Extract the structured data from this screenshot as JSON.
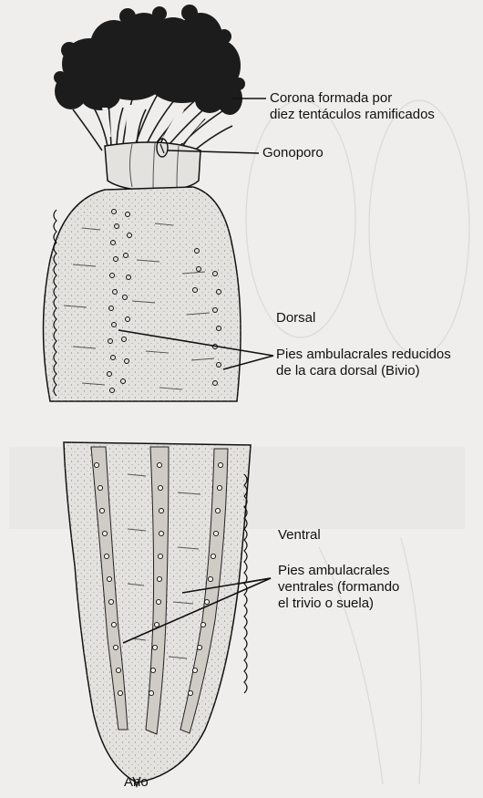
{
  "figure": {
    "labels": {
      "corona": {
        "line1": "Corona formada por",
        "line2": "diez tentáculos ramificados"
      },
      "gonoporo": "Gonoporo",
      "dorsal": "Dorsal",
      "pies_dorsales": {
        "line1": "Pies ambulacrales reducidos",
        "line2": "de la cara dorsal (Bivio)"
      },
      "ventral": "Ventral",
      "pies_ventrales": {
        "line1": "Pies ambulacrales",
        "line2": "ventrales (formando",
        "line3": "el trivio o suela)"
      },
      "ano": "Ano"
    },
    "colors": {
      "background": "#efeeec",
      "ink": "#111111",
      "crown": "#1c1c1c",
      "body_fill": "#e4e2de",
      "stipple": "#6a6a6a"
    }
  }
}
